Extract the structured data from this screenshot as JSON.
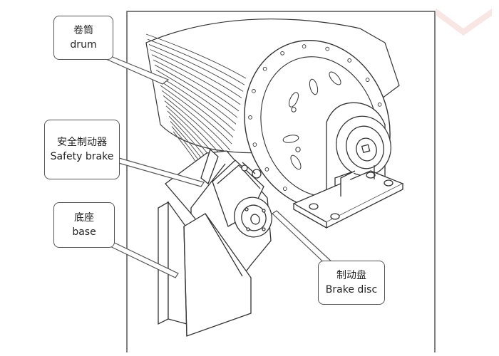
{
  "labels": {
    "drum": {
      "cn": "卷筒",
      "en": "drum"
    },
    "safety_brake": {
      "cn": "安全制动器",
      "en": "Safety brake"
    },
    "base": {
      "cn": "底座",
      "en": "base"
    },
    "brake_disc": {
      "cn": "制动盘",
      "en": "Brake disc"
    }
  },
  "colors": {
    "line": "#333333",
    "frame": "#555555",
    "background": "#ffffff",
    "watermark": "#e7b7b0"
  }
}
